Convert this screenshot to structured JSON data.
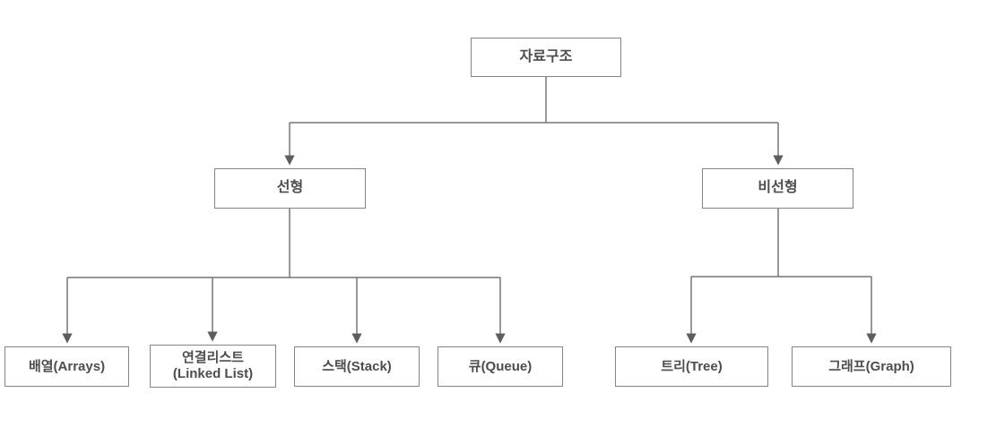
{
  "diagram": {
    "type": "tree",
    "colors": {
      "background": "#ffffff",
      "box_fill": "#ffffff",
      "box_border": "#848484",
      "text": "#4d4d4d",
      "line": "#757575"
    },
    "nodes": {
      "root": "자료구조",
      "linear": "선형",
      "nonlinear": "비선형",
      "arrays": "배열(Arrays)",
      "linked_list": "연결리스트\n(Linked List)",
      "stack": "스택(Stack)",
      "queue": "큐(Queue)",
      "tree": "트리(Tree)",
      "graph": "그래프(Graph)"
    },
    "edges": [
      {
        "from": "root",
        "to": "linear"
      },
      {
        "from": "root",
        "to": "nonlinear"
      },
      {
        "from": "linear",
        "to": "arrays"
      },
      {
        "from": "linear",
        "to": "linked_list"
      },
      {
        "from": "linear",
        "to": "stack"
      },
      {
        "from": "linear",
        "to": "queue"
      },
      {
        "from": "nonlinear",
        "to": "tree"
      },
      {
        "from": "nonlinear",
        "to": "graph"
      }
    ]
  }
}
